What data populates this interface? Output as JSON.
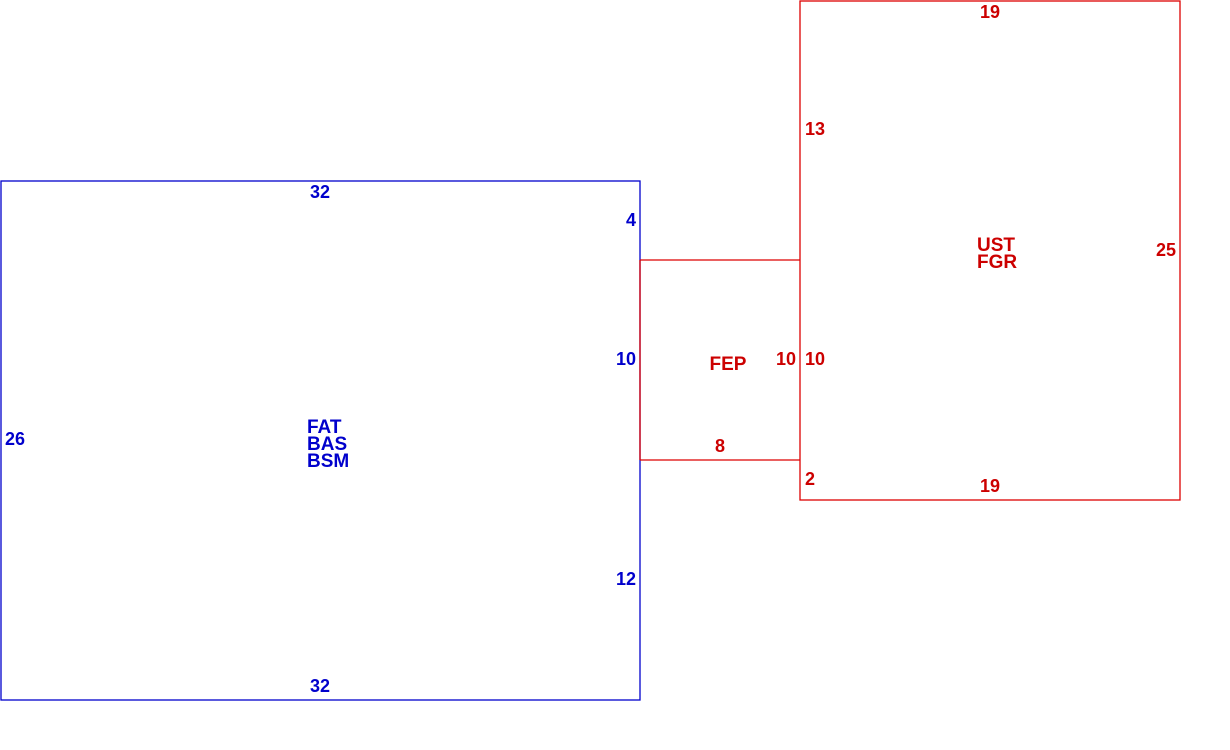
{
  "colors": {
    "blue_structure": "#0000cc",
    "red_structure": "#dd0000"
  },
  "blue_structure": {
    "labels": [
      "FAT",
      "BAS",
      "BSM"
    ],
    "dimensions": {
      "top": "32",
      "bottom": "32",
      "left": "26",
      "right_upper": "4",
      "right_middle": "10",
      "right_lower": "12"
    }
  },
  "middle_section": {
    "label": "FEP",
    "dimensions": {
      "right": "10",
      "bottom": "8"
    }
  },
  "red_structure": {
    "labels": [
      "UST",
      "FGR"
    ],
    "dimensions": {
      "top": "19",
      "bottom": "19",
      "right": "25",
      "left_upper": "13",
      "left_middle": "10",
      "left_lower": "2"
    }
  }
}
